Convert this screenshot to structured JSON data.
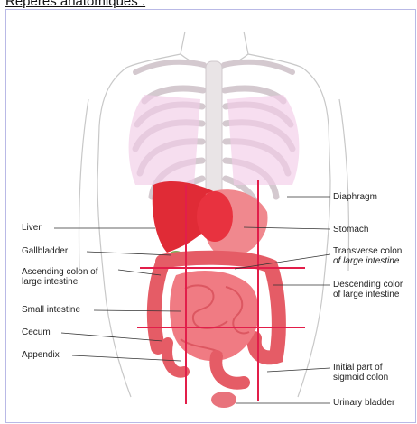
{
  "heading": "Repères anatomiques :",
  "labels": {
    "liver": "Liver",
    "gallbladder": "Gallbladder",
    "ascending_colon_1": "Ascending colon of",
    "ascending_colon_2": "large intestine",
    "small_intestine": "Small intestine",
    "cecum": "Cecum",
    "appendix": "Appendix",
    "diaphragm": "Diaphragm",
    "stomach": "Stomach",
    "transverse_colon_1": "Transverse colon",
    "transverse_colon_2": "of large intestine",
    "descending_colon_1": "Descending color",
    "descending_colon_2": "of large intestine",
    "sigmoid_colon_1": "Initial part of",
    "sigmoid_colon_2": "sigmoid colon",
    "urinary_bladder": "Urinary bladder"
  },
  "colors": {
    "organ_red": "#e8323f",
    "organ_pink": "#f2858c",
    "grid_line": "#e21e4a",
    "outline": "#c8c8c8",
    "frame_border": "#b9b9e6"
  }
}
